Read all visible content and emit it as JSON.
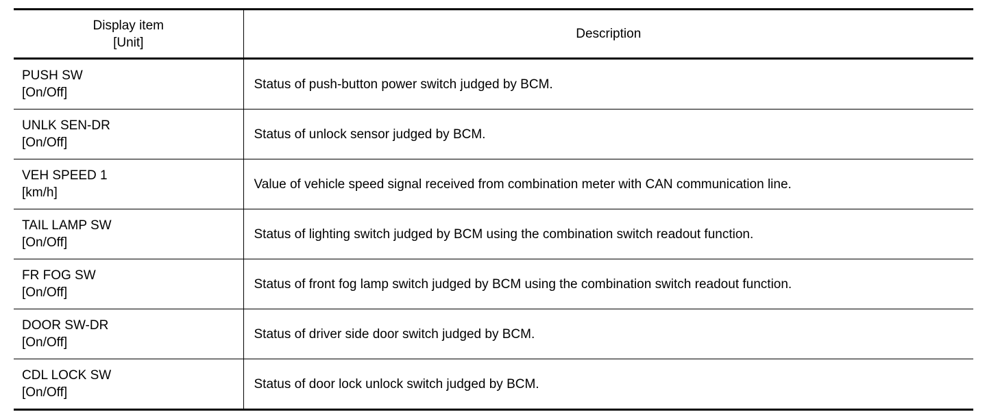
{
  "table": {
    "columns": [
      {
        "key": "item",
        "header_line1": "Display item",
        "header_line2": "[Unit]"
      },
      {
        "key": "description",
        "header_line1": "Description",
        "header_line2": ""
      }
    ],
    "rows": [
      {
        "item": "PUSH SW",
        "unit": "[On/Off]",
        "description": "Status of push-button power switch judged by BCM."
      },
      {
        "item": "UNLK SEN-DR",
        "unit": "[On/Off]",
        "description": "Status of unlock sensor judged by BCM."
      },
      {
        "item": "VEH SPEED 1",
        "unit": "[km/h]",
        "description": "Value of vehicle speed signal received from combination meter with CAN communication line."
      },
      {
        "item": "TAIL LAMP SW",
        "unit": "[On/Off]",
        "description": "Status of lighting switch judged by BCM using the combination switch readout function."
      },
      {
        "item": "FR FOG SW",
        "unit": "[On/Off]",
        "description": "Status of front fog lamp switch judged by BCM using the combination switch readout function."
      },
      {
        "item": "DOOR SW-DR",
        "unit": "[On/Off]",
        "description": "Status of driver side door switch judged by BCM."
      },
      {
        "item": "CDL LOCK SW",
        "unit": "[On/Off]",
        "description": "Status of door lock unlock switch judged by BCM."
      }
    ]
  },
  "colors": {
    "text": "#000000",
    "rule": "#000000",
    "background": "#ffffff"
  }
}
